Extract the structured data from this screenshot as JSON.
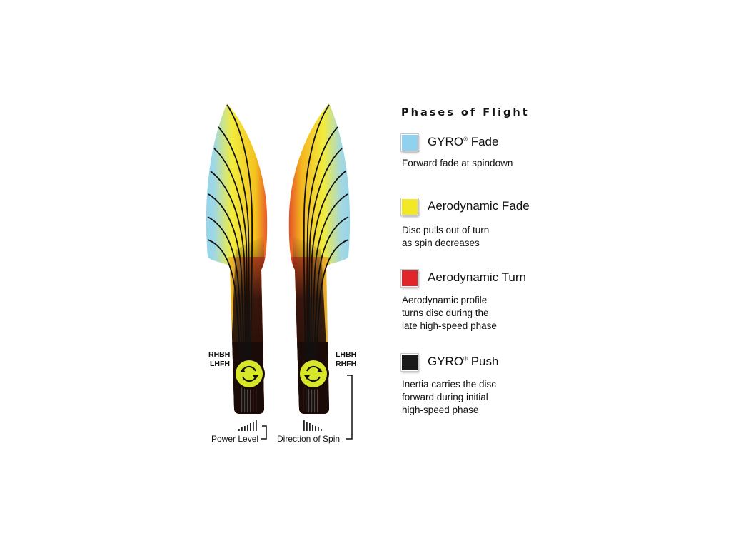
{
  "legend": {
    "title": "Phases of Flight",
    "items": [
      {
        "name": "GYRO",
        "mark": "®",
        "suffix": " Fade",
        "color": "#8fd2ef",
        "lines": [
          "Forward fade at spindown"
        ]
      },
      {
        "name": "Aerodynamic Fade",
        "mark": "",
        "suffix": "",
        "color": "#f2e825",
        "lines": [
          "Disc pulls out of turn",
          "as spin decreases"
        ]
      },
      {
        "name": "Aerodynamic Turn",
        "mark": "",
        "suffix": "",
        "color": "#e0262a",
        "lines": [
          "Aerodynamic profile",
          "turns disc during the",
          "late high-speed phase"
        ]
      },
      {
        "name": "GYRO",
        "mark": "®",
        "suffix": " Push",
        "color": "#1a1a1a",
        "lines": [
          "Inertia carries the disc",
          "forward during initial",
          "high-speed phase"
        ]
      }
    ]
  },
  "left_path": {
    "throws": [
      "RHBH",
      "LHFH"
    ],
    "spin": "counter-clockwise"
  },
  "right_path": {
    "throws": [
      "LHBH",
      "RHFH"
    ],
    "spin": "clockwise"
  },
  "power_label": "Power Level",
  "spin_label": "Direction of Spin",
  "colors": {
    "spin_badge": "#d7e629",
    "gyro_push": "#1a0a08"
  }
}
